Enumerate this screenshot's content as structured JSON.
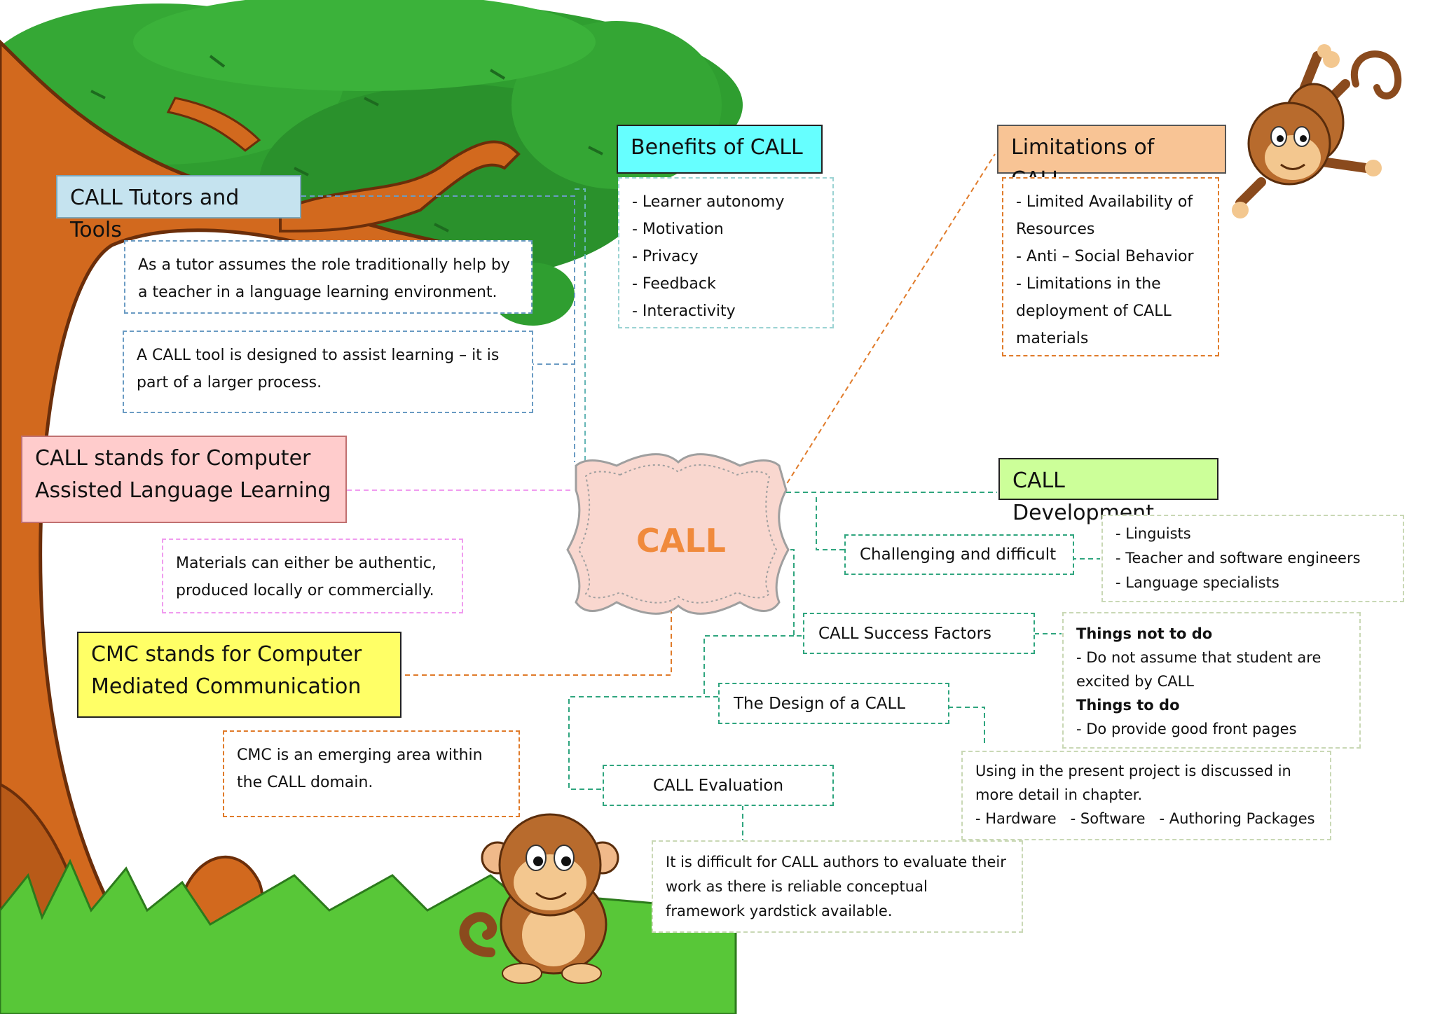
{
  "center": {
    "label": "CALL"
  },
  "definition": {
    "title": "CALL stands for Computer Assisted Language Learning",
    "note": "Materials can either be authentic, produced locally or commercially."
  },
  "cmc": {
    "title": "CMC stands for Computer Mediated Communication",
    "note": "CMC is an emerging area within the CALL domain."
  },
  "tutors_tools": {
    "title": "CALL Tutors and Tools",
    "tutor_note": "As a tutor assumes the role traditionally help by a teacher in a language learning environment.",
    "tool_note": "A CALL tool is designed to assist learning – it is part of a larger process."
  },
  "benefits": {
    "title": "Benefits of CALL",
    "items": [
      "- Learner autonomy",
      "- Motivation",
      "- Privacy",
      "- Feedback",
      "- Interactivity"
    ]
  },
  "limitations": {
    "title": "Limitations of CALL",
    "items": [
      "- Limited Availability of Resources",
      "- Anti – Social Behavior",
      "- Limitations in the deployment of CALL materials"
    ]
  },
  "development": {
    "title": "CALL Development",
    "challenging": {
      "label": "Challenging and difficult",
      "items": [
        "- Linguists",
        "- Teacher and software engineers",
        "- Language specialists"
      ]
    },
    "success": {
      "label": "CALL Success Factors",
      "not_todo_heading": "Things not to do",
      "not_todo_item": "- Do not assume that student are excited by CALL",
      "todo_heading": "Things to do",
      "todo_item": "- Do provide good front pages"
    },
    "design": {
      "label": "The Design of a CALL",
      "note_line1": "Using in the present project is discussed in more detail in chapter.",
      "note_line2": "- Hardware   - Software   - Authoring Packages"
    },
    "evaluation": {
      "label": "CALL Evaluation",
      "note": "It is difficult for CALL authors to evaluate their work as there is reliable conceptual framework yardstick available."
    }
  },
  "colors": {
    "pink": "#ffcccc",
    "yellow": "#ffff66",
    "cyan": "#66ffff",
    "orange": "#f8c495",
    "lightblue": "#c5e3ef",
    "green": "#ccff99",
    "trunk": "#d2691e",
    "leaf": "#2f9e30",
    "grass": "#58c738",
    "center_fill": "#f9d7cf",
    "center_text": "#f08a3c"
  }
}
